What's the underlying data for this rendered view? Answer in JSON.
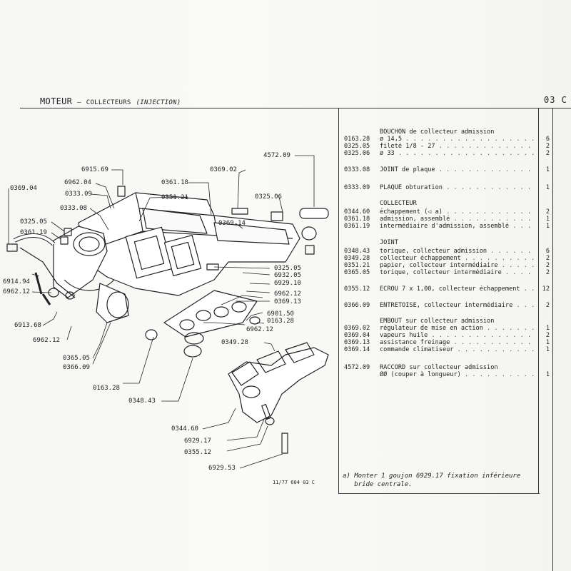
{
  "header": {
    "title": "MOTEUR",
    "dash": "–",
    "subtitle": "COLLECTEURS",
    "subtitle_italic": "(INJECTION)",
    "page_code": "03 C"
  },
  "parts_table": {
    "rows": [
      {
        "ref": "",
        "desc": "BOUCHON de collecteur admission",
        "qty": "",
        "dots": false
      },
      {
        "ref": "0163.28",
        "desc": "ø 14,5",
        "qty": "6",
        "dots": true
      },
      {
        "ref": "0325.05",
        "desc": "fileté 1/8 - 27",
        "qty": "2",
        "dots": true
      },
      {
        "ref": "0325.06",
        "desc": "ø 33",
        "qty": "2",
        "dots": true
      },
      {
        "ref": "0333.08",
        "desc": "JOINT de plaque",
        "qty": "1",
        "dots": true
      },
      {
        "ref": "0333.09",
        "desc": "PLAQUE obturation",
        "qty": "1",
        "dots": true
      },
      {
        "ref": "",
        "desc": "COLLECTEUR",
        "qty": "",
        "dots": false
      },
      {
        "ref": "0344.60",
        "desc": "échappement (◁ a)",
        "qty": "2",
        "dots": true
      },
      {
        "ref": "0361.18",
        "desc": "admission, assemblé",
        "qty": "1",
        "dots": true
      },
      {
        "ref": "0361.19",
        "desc": "intermédiaire d'admission, assemblé",
        "qty": "1",
        "dots": true
      },
      {
        "ref": "",
        "desc": "JOINT",
        "qty": "",
        "dots": false
      },
      {
        "ref": "0348.43",
        "desc": "torique, collecteur admission",
        "qty": "6",
        "dots": true
      },
      {
        "ref": "0349.28",
        "desc": "collecteur échappement",
        "qty": "2",
        "dots": true
      },
      {
        "ref": "0351.21",
        "desc": "papier, collecteur intermédiaire",
        "qty": "2",
        "dots": true
      },
      {
        "ref": "0365.05",
        "desc": "torique, collecteur intermédiaire",
        "qty": "2",
        "dots": true
      },
      {
        "ref": "0355.12",
        "desc": "ECROU 7 x 1,00, collecteur échappement",
        "qty": "12",
        "dots": true
      },
      {
        "ref": "0366.09",
        "desc": "ENTRETOISE, collecteur intermédiaire",
        "qty": "2",
        "dots": true
      },
      {
        "ref": "",
        "desc": "EMBOUT sur collecteur admission",
        "qty": "",
        "dots": false
      },
      {
        "ref": "0369.02",
        "desc": "régulateur de mise en action",
        "qty": "1",
        "dots": true
      },
      {
        "ref": "0369.04",
        "desc": "vapeurs huile",
        "qty": "2",
        "dots": true
      },
      {
        "ref": "0369.13",
        "desc": "assistance freinage",
        "qty": "1",
        "dots": true
      },
      {
        "ref": "0369.14",
        "desc": "commande climatiseur",
        "qty": "1",
        "dots": true
      },
      {
        "ref": "4572.09",
        "desc": "RACCORD sur collecteur admission",
        "qty": "",
        "dots": false
      },
      {
        "ref": "",
        "desc": "ØØ (couper à longueur)",
        "qty": "1",
        "dots": true
      }
    ]
  },
  "note": {
    "line1": "a) Monter 1 goujon 6929.17 fixation inférieure",
    "line2": "   bride centrale."
  },
  "footer_code": "11/77  604  03 C",
  "diagram": {
    "callouts": [
      {
        "id": "c1",
        "text": "6915.69"
      },
      {
        "id": "c2",
        "text": "0361.18"
      },
      {
        "id": "c3",
        "text": "0369.02"
      },
      {
        "id": "c4",
        "text": "4572.09"
      },
      {
        "id": "c5",
        "text": "6962.04"
      },
      {
        "id": "c6",
        "text": "0369.04"
      },
      {
        "id": "c7",
        "text": "0333.09"
      },
      {
        "id": "c8",
        "text": "0351.21"
      },
      {
        "id": "c9",
        "text": "0333.08"
      },
      {
        "id": "c10",
        "text": "0325.06"
      },
      {
        "id": "c11",
        "text": "0325.05"
      },
      {
        "id": "c12",
        "text": "0369.14"
      },
      {
        "id": "c13",
        "text": "0361.19"
      },
      {
        "id": "c14",
        "text": "0325.05"
      },
      {
        "id": "c15",
        "text": "6932.05"
      },
      {
        "id": "c16",
        "text": "6914.94"
      },
      {
        "id": "c17",
        "text": "6929.10"
      },
      {
        "id": "c18",
        "text": "6962.12"
      },
      {
        "id": "c19",
        "text": "6962.12"
      },
      {
        "id": "c20",
        "text": "0369.13"
      },
      {
        "id": "c21",
        "text": "6901.50"
      },
      {
        "id": "c22",
        "text": "0163.28"
      },
      {
        "id": "c23",
        "text": "6913.68"
      },
      {
        "id": "c24",
        "text": "6962.12"
      },
      {
        "id": "c25",
        "text": "6962.12"
      },
      {
        "id": "c26",
        "text": "0349.28"
      },
      {
        "id": "c27",
        "text": "0365.05"
      },
      {
        "id": "c28",
        "text": "0366.09"
      },
      {
        "id": "c29",
        "text": "0163.28"
      },
      {
        "id": "c30",
        "text": "0348.43"
      },
      {
        "id": "c31",
        "text": "0344.60"
      },
      {
        "id": "c32",
        "text": "6929.17"
      },
      {
        "id": "c33",
        "text": "0355.12"
      },
      {
        "id": "c34",
        "text": "6929.53"
      }
    ]
  }
}
